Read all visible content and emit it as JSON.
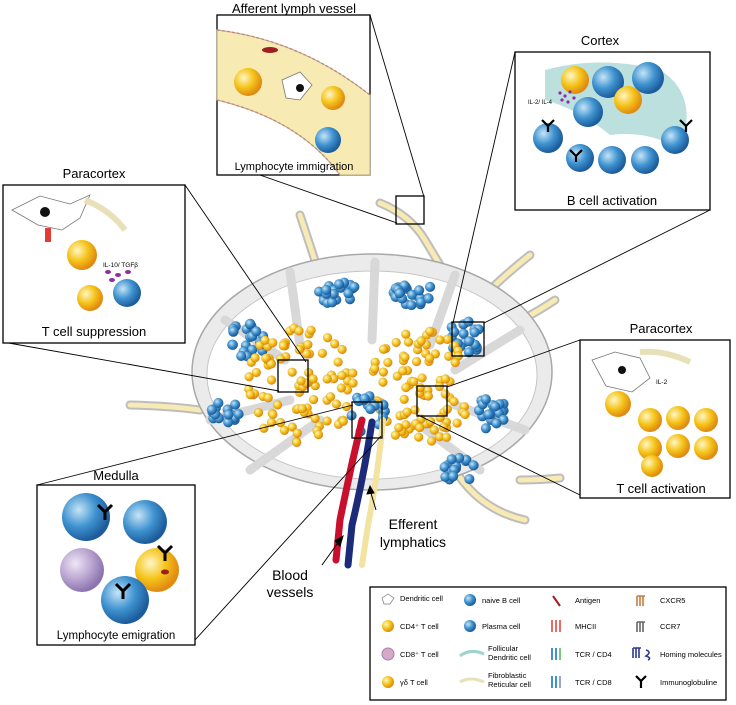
{
  "panels": {
    "afferent": {
      "title": "Afferent lymph vessel",
      "caption": "Lymphocyte immigration"
    },
    "cortex": {
      "title": "Cortex",
      "caption": "B cell activation",
      "annotation": "IL-2/ IL-4"
    },
    "paracortex_left": {
      "title": "Paracortex",
      "caption": "T cell suppression",
      "annotation": "IL-10/ TGFβ"
    },
    "paracortex_right": {
      "title": "Paracortex",
      "caption": "T cell activation",
      "annotation": "IL-2"
    },
    "medulla": {
      "title": "Medulla",
      "caption": "Lymphocyte emigration"
    }
  },
  "labels": {
    "efferent_1": "Efferent",
    "efferent_2": "lymphatics",
    "blood_1": "Blood",
    "blood_2": "vessels"
  },
  "legend": {
    "col1": [
      "Dendritic cell",
      "CD4⁺ T cell",
      "CD8⁺ T cell",
      "γδ T cell"
    ],
    "col2": [
      "naive B cell",
      "Plasma cell",
      "Follicular",
      "Dendritic cell",
      "Fibroblastic",
      "Reticular cell"
    ],
    "col3": [
      "Antigen",
      "MHCII",
      "TCR / CD4",
      "TCR / CD8"
    ],
    "col4": [
      "CXCR5",
      "CCR7",
      "Homing molecules",
      "Immunoglobuline"
    ]
  },
  "colors": {
    "t_cell": "#f2c21b",
    "b_cell": "#3f93d0",
    "stroma": "#e6e6e6",
    "blood_red": "#c8102e",
    "blood_blue": "#1b2b7a",
    "lymph_yellow": "#f7eab2"
  }
}
